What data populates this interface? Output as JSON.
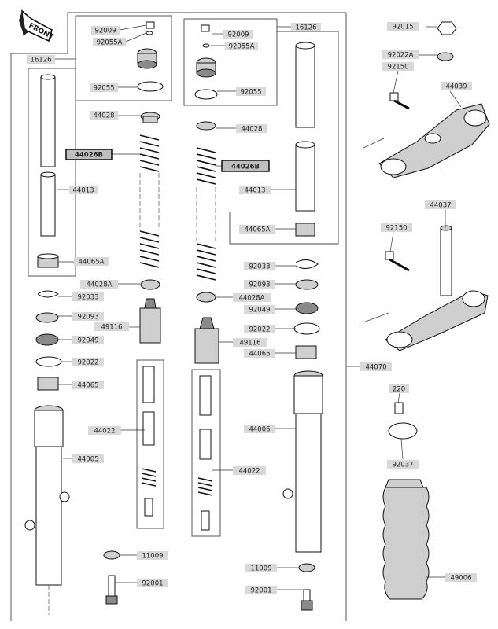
{
  "direction_indicator": {
    "text": "FRONT",
    "icon": "front-arrow-icon"
  },
  "labels": {
    "p16126_left": "16126",
    "p16126_right": "16126",
    "p92009_left": "92009",
    "p92055A_left": "92055A",
    "p92055_left": "92055",
    "p92009_right": "92009",
    "p92055A_right": "92055A",
    "p92055_right": "92055",
    "p44028_left": "44028",
    "p44026B_left": "44026B",
    "p44013_left": "44013",
    "p44065A_left": "44065A",
    "p44028A_left": "44028A",
    "p92033_left": "92033",
    "p92093_left": "92093",
    "p49116_left": "49116",
    "p92049_left": "92049",
    "p92022_left": "92022",
    "p44065_left": "44065",
    "p44022_left": "44022",
    "p44005_left": "44005",
    "p11009_left": "11009",
    "p92001_left": "92001",
    "p44028_right": "44028",
    "p44026B_right": "44026B",
    "p44013_right": "44013",
    "p44065A_right": "44065A",
    "p92033_right": "92033",
    "p92093_right": "92093",
    "p44028A_right": "44028A",
    "p92049_right": "92049",
    "p92022_right": "92022",
    "p49116_right": "49116",
    "p44065_right": "44065",
    "p44006": "44006",
    "p44022_right": "44022",
    "p11009_right": "11009",
    "p92001_right": "92001",
    "p92015": "92015",
    "p92022A": "92022A",
    "p92150_top": "92150",
    "p44039": "44039",
    "p44037": "44037",
    "p92150_bottom": "92150",
    "p44070": "44070",
    "p220": "220",
    "p92037": "92037",
    "p49006": "49006"
  }
}
